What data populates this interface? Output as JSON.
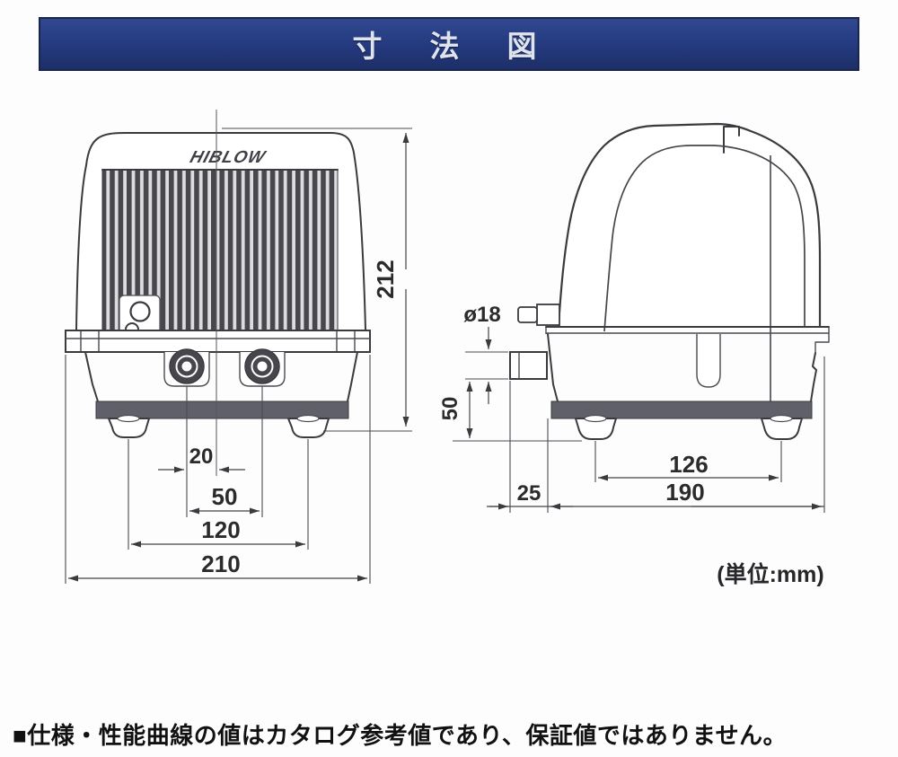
{
  "header": {
    "title": "寸　法　図"
  },
  "drawing": {
    "front_view": {
      "logo": "HIBLOW",
      "dim_total_height": "212",
      "dim_port_offset": "20",
      "dim_port_pitch": "50",
      "dim_feet_pitch": "120",
      "dim_total_width": "210"
    },
    "side_view": {
      "dim_port_diameter": "ø18",
      "dim_port_height": "50",
      "dim_port_setback": "25",
      "dim_feet_pitch": "126",
      "dim_total_depth": "190"
    },
    "units_note": "(単位:mm)"
  },
  "footnote": "■仕様・性能曲線の値はカタログ参考値であり、保証値ではありません。",
  "colors": {
    "header_bg": "#24397e",
    "header_text": "#dfe3ee",
    "line": "#3a3a3f",
    "base_band": "#60606a",
    "fins_dark": "#47474c"
  }
}
